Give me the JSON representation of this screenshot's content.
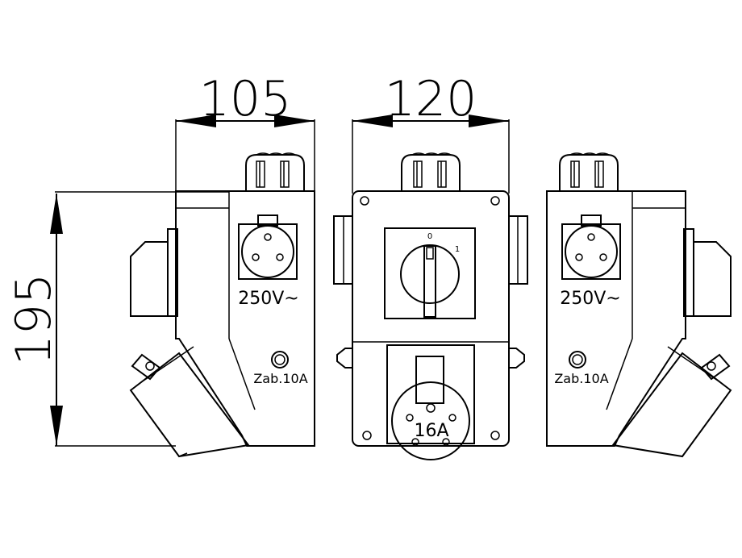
{
  "dimensions": {
    "width_side": "105",
    "width_front": "120",
    "height": "195"
  },
  "labels": {
    "left_voltage": "250V~",
    "left_fuse": "Zab.10A",
    "right_voltage": "250V~",
    "right_fuse": "Zab.10A",
    "switch_off": "0",
    "switch_on": "1",
    "socket_rating": "16A"
  }
}
